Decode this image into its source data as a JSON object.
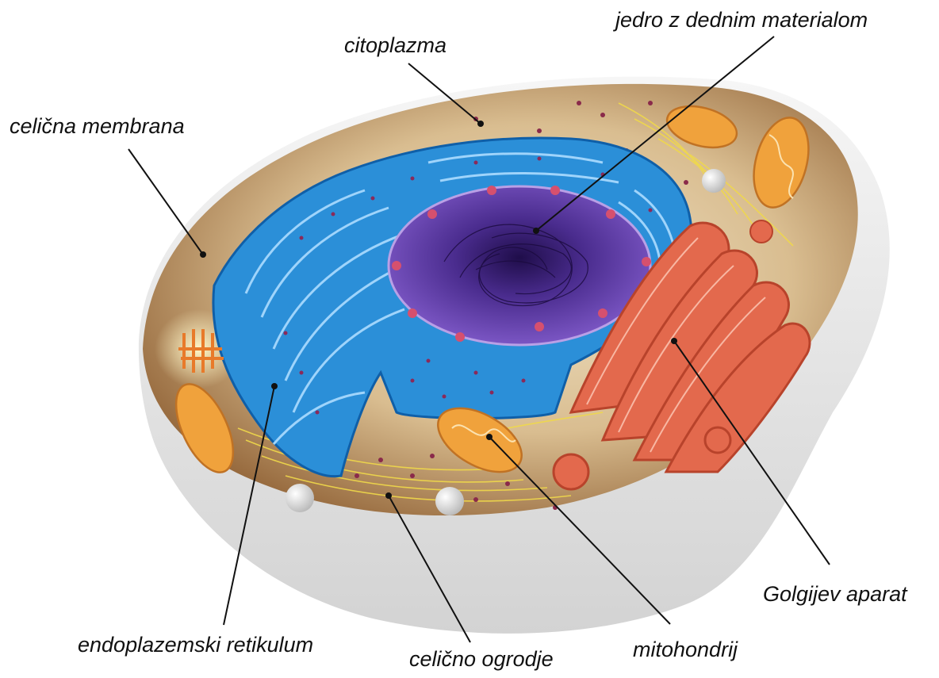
{
  "labels": {
    "citoplazma": "citoplazma",
    "jedro": "jedro z dednim materialom",
    "membrana": "celična membrana",
    "golgi": "Golgijev aparat",
    "er": "endoplazemski retikulum",
    "ogrodje": "celično ogrodje",
    "mitohondrij": "mitohondrij"
  },
  "colors": {
    "outer_shell": "#ebebeb",
    "cytoplasm": "#b78a5a",
    "cytoplasm_light": "#e8d5b0",
    "er_blue": "#2b8fd8",
    "nucleus_purple": "#4b2d92",
    "golgi_red": "#e0674a",
    "mitochondria_orange": "#f0a23c",
    "filaments": "#e8d24a",
    "ribosomes": "#8a2a4a"
  }
}
